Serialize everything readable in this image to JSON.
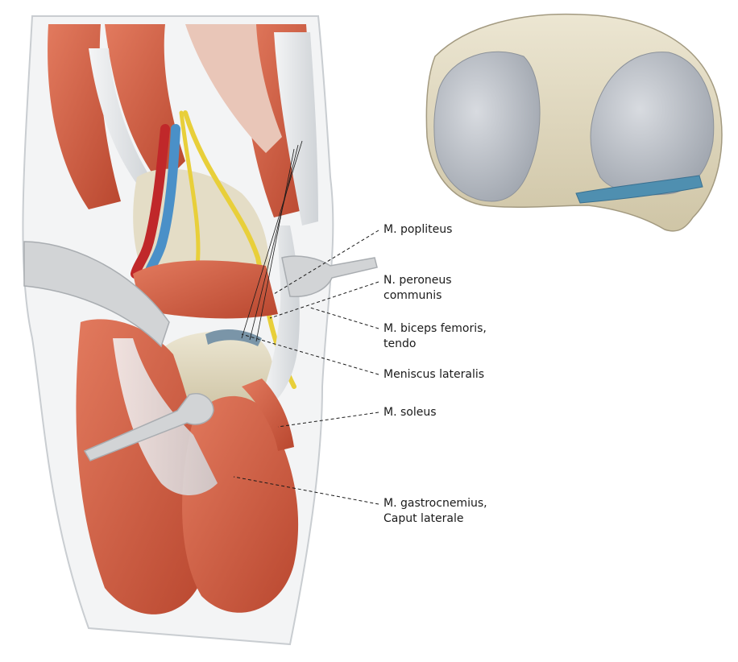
{
  "labels": {
    "popliteus": "M. popliteus",
    "peroneus_1": "N. peroneus",
    "peroneus_2": "communis",
    "biceps_1": "M. biceps femoris,",
    "biceps_2": "tendo",
    "meniscus": "Meniscus lateralis",
    "soleus": "M. soleus",
    "gastro_1": "M. gastrocnemius,",
    "gastro_2": "Caput laterale"
  },
  "colors": {
    "muscle": "#d9664a",
    "muscle_dark": "#b94a35",
    "tendon": "#e6e8ea",
    "bone": "#e3dcc4",
    "cartilage": "#b9bec6",
    "artery": "#c0282a",
    "vein": "#4a90c8",
    "nerve": "#e8cf3a",
    "meniscus_band": "#4f8fb0",
    "retractor": "#d2d4d6"
  }
}
